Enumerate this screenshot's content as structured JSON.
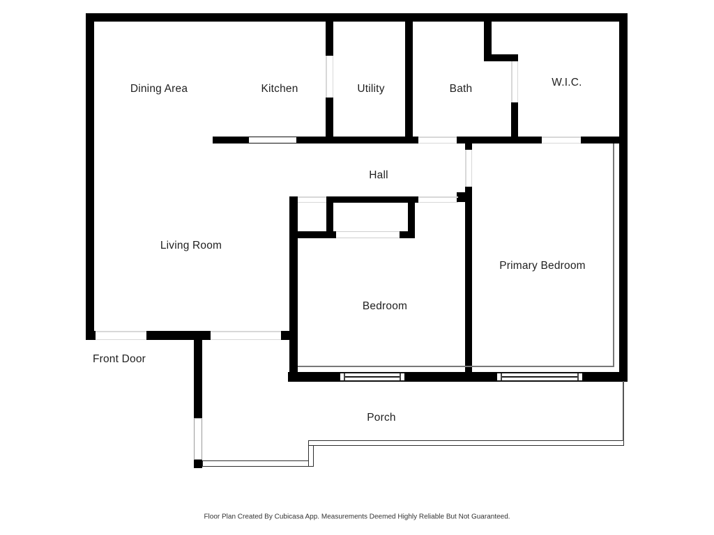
{
  "labels": {
    "dining_area": "Dining Area",
    "kitchen": "Kitchen",
    "utility": "Utility",
    "bath": "Bath",
    "wic": "W.I.C.",
    "hall": "Hall",
    "living_room": "Living Room",
    "primary_bedroom": "Primary Bedroom",
    "bedroom": "Bedroom",
    "front_door": "Front Door",
    "porch": "Porch"
  },
  "footer": {
    "disclaimer": "Floor Plan Created By Cubicasa App. Measurements Deemed Highly Reliable But Not Guaranteed."
  },
  "colors": {
    "wall": "#000000",
    "text": "#1f1f1f",
    "background": "#ffffff",
    "threshold": "#d8d8d8"
  }
}
